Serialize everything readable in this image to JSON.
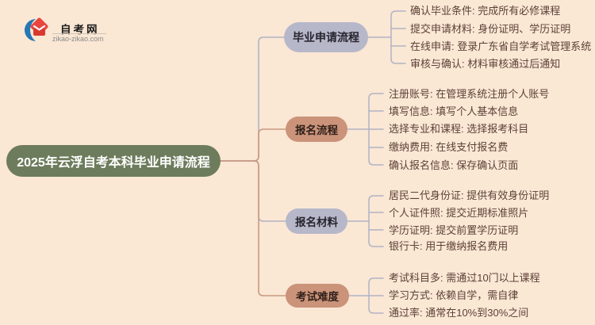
{
  "logo": {
    "site_name": "自考网",
    "site_url": "zikao-zikao.com",
    "icon": "graduation-cap-with-blue-crescent"
  },
  "title": "2025年云浮自考本科毕业申请流程",
  "branches": [
    {
      "label": "毕业申请流程",
      "theme": "lavender",
      "items": [
        "确认毕业条件: 完成所有必修课程",
        "提交申请材料: 身份证明、学历证明",
        "在线申请: 登录广东省自学考试管理系统",
        "审核与确认: 材料审核通过后通知"
      ]
    },
    {
      "label": "报名流程",
      "theme": "salmon",
      "items": [
        "注册账号: 在管理系统注册个人账号",
        "填写信息: 填写个人基本信息",
        "选择专业和课程: 选择报考科目",
        "缴纳费用: 在线支付报名费",
        "确认报名信息: 保存确认页面"
      ]
    },
    {
      "label": "报名材料",
      "theme": "lavender",
      "items": [
        "居民二代身份证: 提供有效身份证明",
        "个人证件照: 提交近期标准照片",
        "学历证明: 提交前置学历证明",
        "银行卡: 用于缴纳报名费用"
      ]
    },
    {
      "label": "考试难度",
      "theme": "salmon",
      "items": [
        "考试科目多: 需通过10门以上课程",
        "学习方式: 依赖自学，需自律",
        "通过率: 通常在10%到30%之间"
      ]
    }
  ],
  "colors": {
    "background": "#fae7d4",
    "central_node": "#6d7c5c",
    "central_text": "#ffffff",
    "lavender_node": "#b7b7ca",
    "salmon_node": "#cb9379",
    "leaf_text": "#5d4137",
    "connector_gray": "#b1b3c5",
    "connector_salmon": "#ca9a80",
    "logo_blue": "#2577b5",
    "logo_red": "#e8453e"
  }
}
